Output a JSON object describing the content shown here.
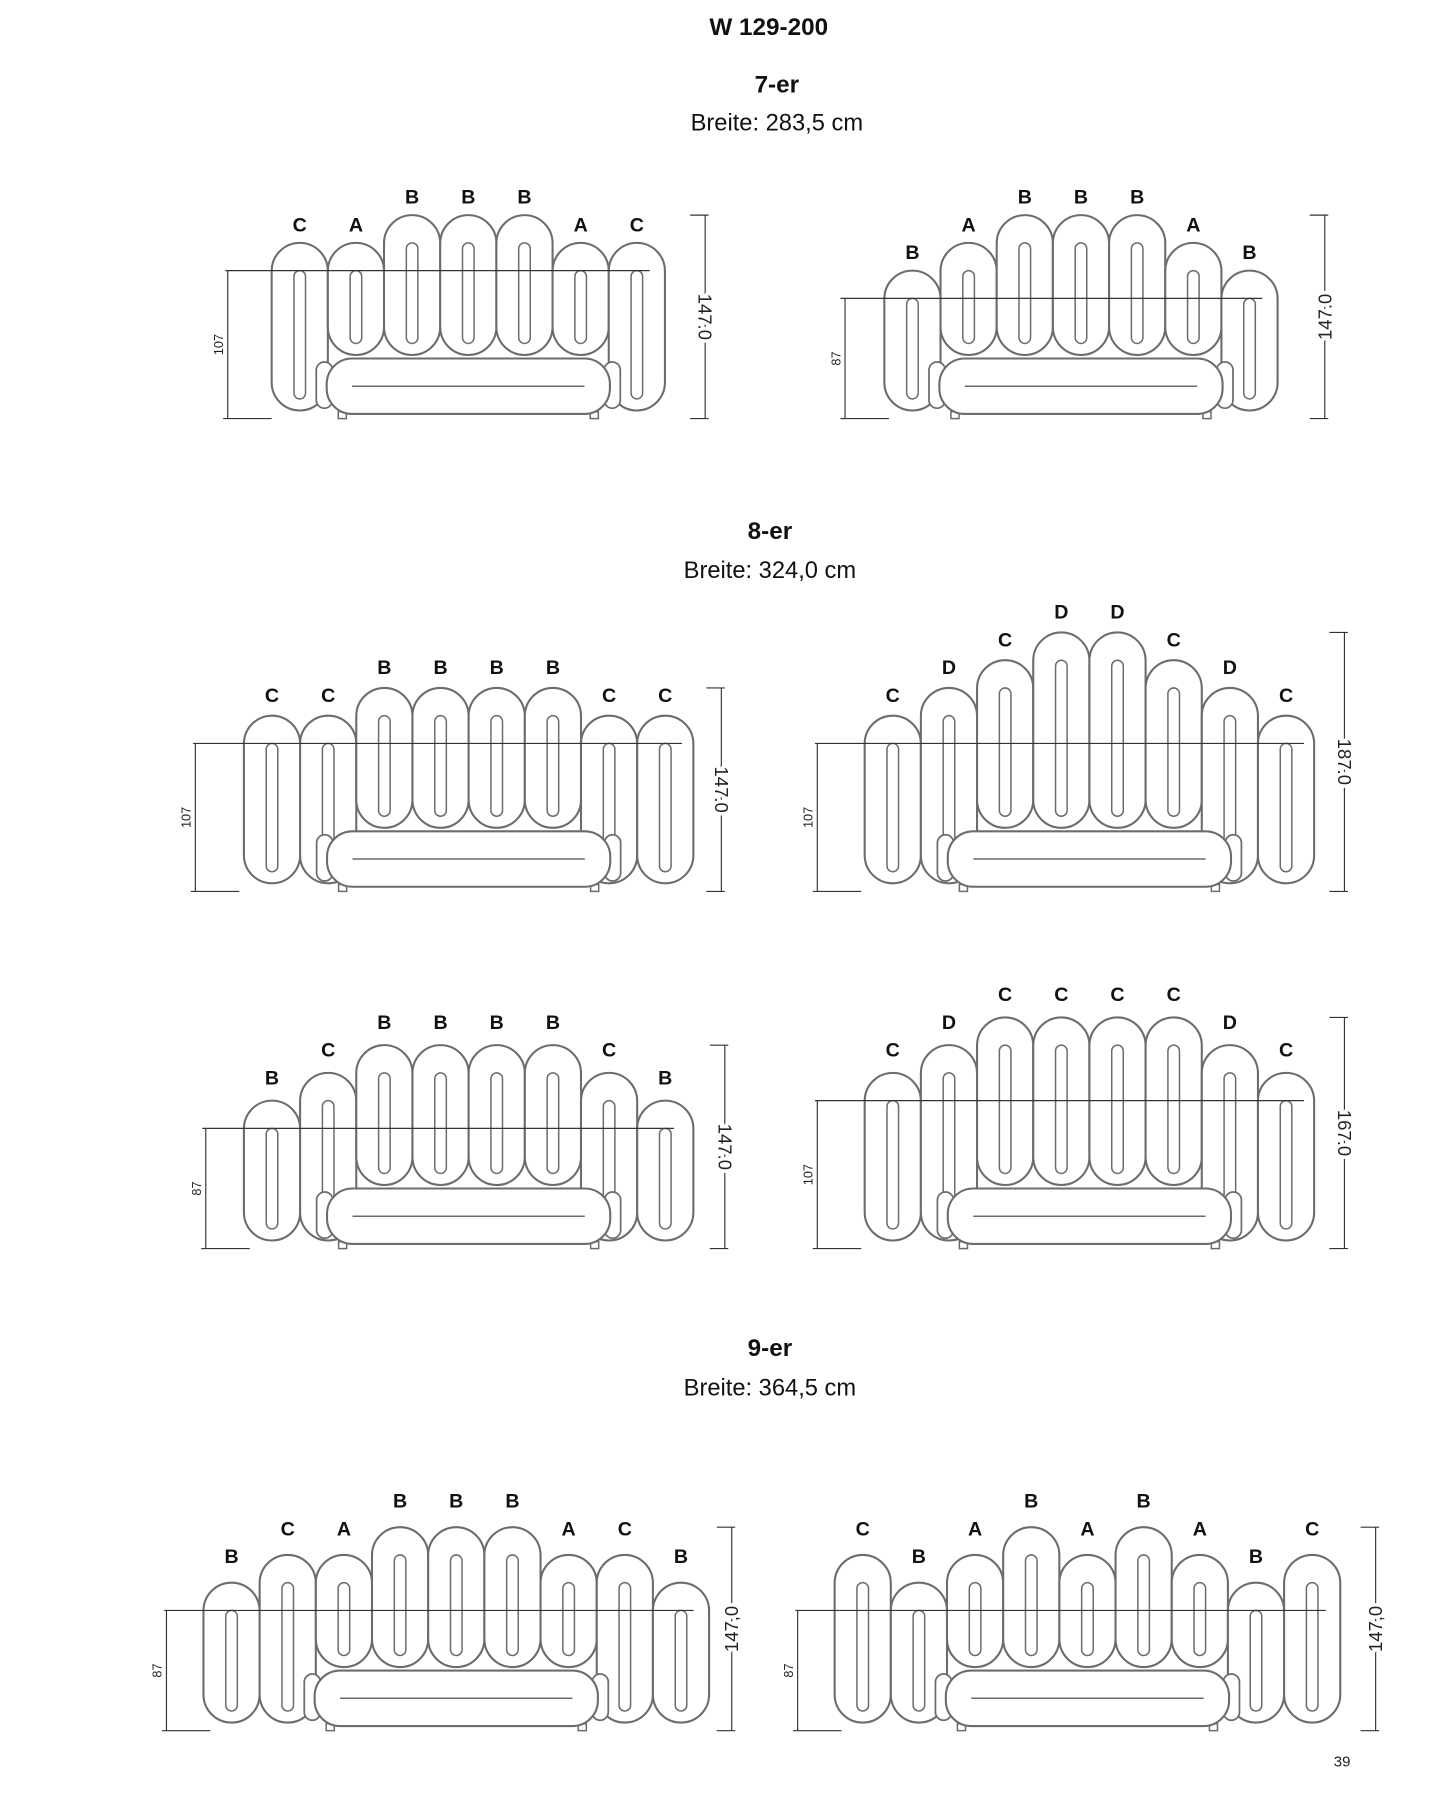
{
  "page": {
    "model": "W 129-200",
    "page_number": "39"
  },
  "sections": [
    {
      "title": "7-er",
      "width_label": "Breite: 283,5 cm",
      "drawings": [
        {
          "modules": [
            "C",
            "A",
            "B",
            "B",
            "B",
            "A",
            "C"
          ],
          "arm_height": "107",
          "total_height": "147.0"
        },
        {
          "modules": [
            "B",
            "A",
            "B",
            "B",
            "B",
            "A",
            "B"
          ],
          "arm_height": "87",
          "total_height": "147.0"
        }
      ]
    },
    {
      "title": "8-er",
      "width_label": "Breite: 324,0 cm",
      "drawings": [
        {
          "modules": [
            "C",
            "C",
            "B",
            "B",
            "B",
            "B",
            "C",
            "C"
          ],
          "arm_height": "107",
          "total_height": "147.0"
        },
        {
          "modules": [
            "C",
            "D",
            "C",
            "D",
            "D",
            "C",
            "D",
            "C"
          ],
          "arm_height": "107",
          "total_height": "187.0"
        },
        {
          "modules": [
            "B",
            "C",
            "B",
            "B",
            "B",
            "B",
            "C",
            "B"
          ],
          "arm_height": "87",
          "total_height": "147.0"
        },
        {
          "modules": [
            "C",
            "D",
            "C",
            "C",
            "C",
            "C",
            "D",
            "C"
          ],
          "arm_height": "107",
          "total_height": "167.0"
        }
      ]
    },
    {
      "title": "9-er",
      "width_label": "Breite: 364,5 cm",
      "drawings": [
        {
          "modules": [
            "B",
            "C",
            "A",
            "B",
            "B",
            "B",
            "A",
            "C",
            "B"
          ],
          "arm_height": "87",
          "total_height": "147,0"
        },
        {
          "modules": [
            "C",
            "B",
            "A",
            "B",
            "A",
            "B",
            "A",
            "B",
            "C"
          ],
          "arm_height": "87",
          "total_height": "147,0"
        }
      ]
    }
  ]
}
